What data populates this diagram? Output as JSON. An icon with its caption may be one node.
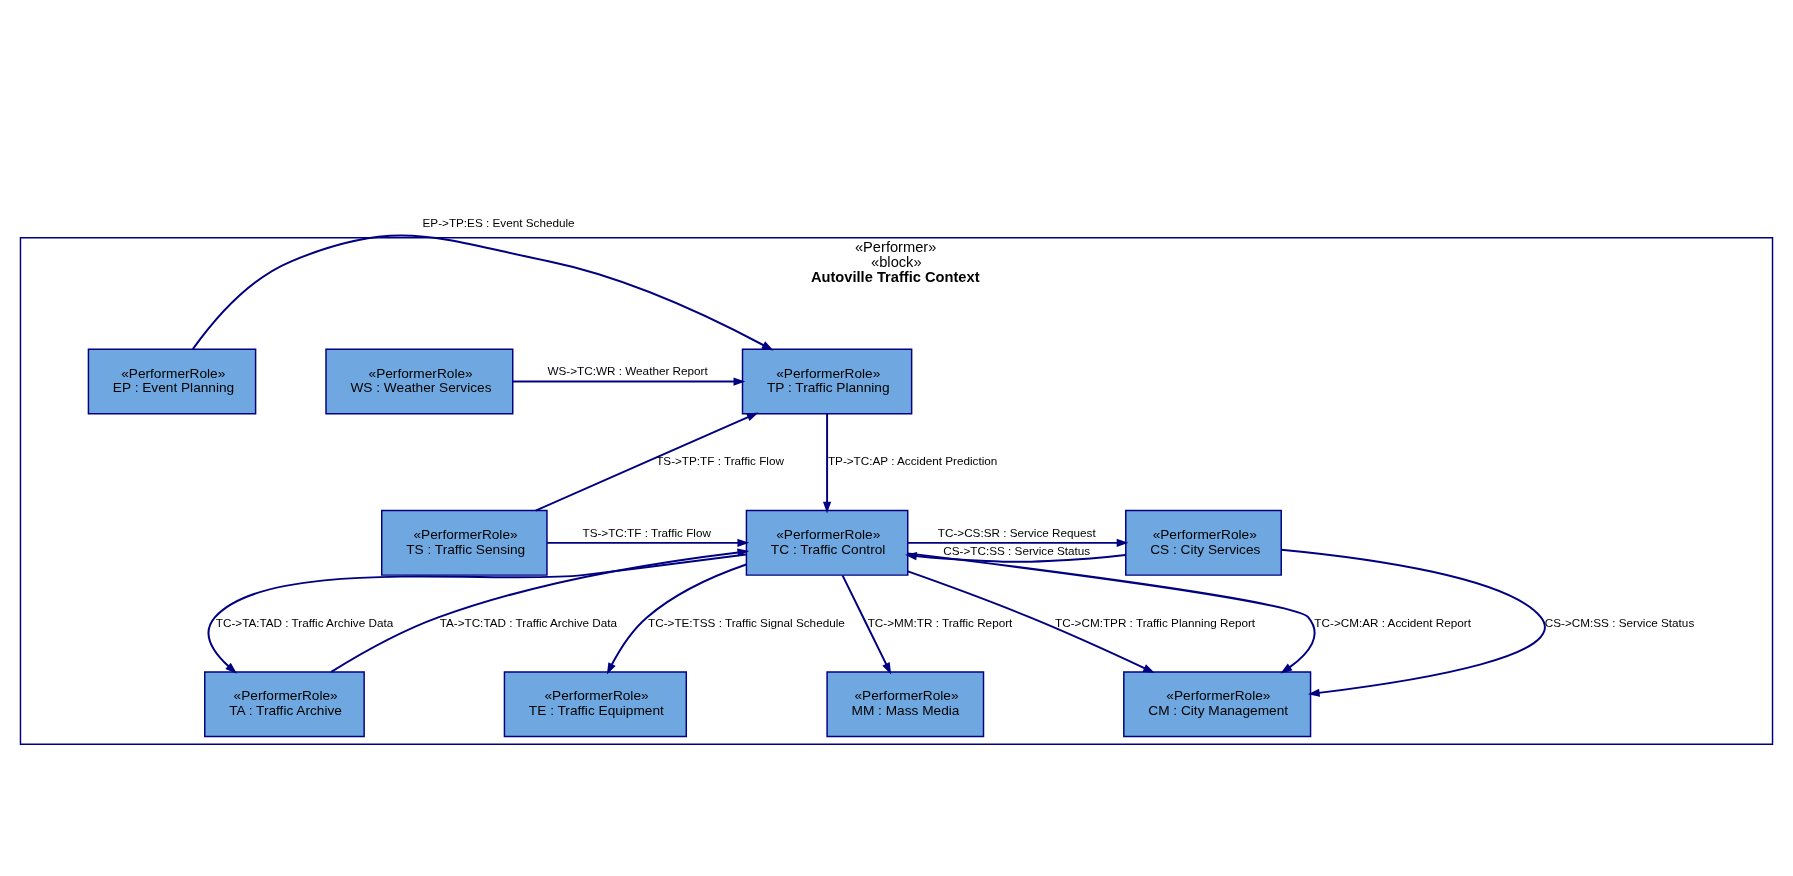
{
  "diagram": {
    "nodes": [
      {
        "text": [
          "«Performer»",
          "«block»",
          "Autoville Traffic Context"
        ]
      },
      {
        "text": [
          "«PerformerRole»",
          "WS : Weather Services"
        ],
        "in": 0
      },
      {
        "text": [
          "«PerformerRole»",
          "TP : Traffic Planning"
        ],
        "in": 0
      },
      {
        "text": [
          "«PerformerRole»",
          "EP : Event Planning"
        ],
        "in": 0
      },
      {
        "text": [
          "«PerformerRole»",
          "TS : Traffic Sensing"
        ],
        "in": 0
      },
      {
        "text": [
          "«PerformerRole»",
          "TC : Traffic Control"
        ],
        "in": 0
      },
      {
        "text": [
          "«PerformerRole»",
          "CS : City Services"
        ],
        "in": 0
      },
      {
        "text": [
          "«PerformerRole»",
          "TA : Traffic Archive"
        ],
        "in": 0
      },
      {
        "text": [
          "«PerformerRole»",
          "TE : Traffic Equipment"
        ],
        "in": 0
      },
      {
        "text": [
          "«PerformerRole»",
          "MM : Mass Media"
        ],
        "in": 0
      },
      {
        "text": [
          "«PerformerRole»",
          "CM : City Management"
        ],
        "in": 0
      }
    ],
    "edges": [
      {
        "from": 1,
        "to": 2,
        "arrow": "to",
        "label": "WS->TC:WR : Weather Report"
      },
      {
        "from": 3,
        "to": 2,
        "arrow": "to",
        "label": "EP->TP:ES : Event Schedule"
      },
      {
        "from": 4,
        "to": 2,
        "arrow": "to",
        "label": "TS->TP:TF : Traffic Flow"
      },
      {
        "from": 2,
        "to": 5,
        "arrow": "to",
        "label": "TP->TC:AP : Accident Prediction"
      },
      {
        "from": 4,
        "to": 5,
        "arrow": "to",
        "label": "TS->TC:TF : Traffic Flow"
      },
      {
        "from": 5,
        "to": 6,
        "arrow": "to",
        "label": "TC->CS:SR : Service Request"
      },
      {
        "from": 6,
        "to": 5,
        "arrow": "to",
        "label": "CS->TC:SS : Service Status"
      },
      {
        "from": 7,
        "to": 5,
        "arrow": "to",
        "label": "TA->TC:TAD : Traffic Archive Data"
      },
      {
        "from": 5,
        "to": 7,
        "arrow": "to",
        "label": "TC->TA:TAD : Traffic Archive Data"
      },
      {
        "from": 5,
        "to": 8,
        "arrow": "to",
        "label": "TC->TE:TSS : Traffic Signal Schedule"
      },
      {
        "from": 5,
        "to": 9,
        "arrow": "to",
        "label": "TC->MM:TR : Traffic Report"
      },
      {
        "from": 5,
        "to": 10,
        "arrow": "to",
        "label": "TC->CM:AR : Accident Report"
      },
      {
        "from": 5,
        "to": 10,
        "arrow": "to",
        "label": "TC->CM:TPR : Traffic Planning Report"
      },
      {
        "from": 6,
        "to": 10,
        "arrow": "to",
        "label": "CS->CM:SS : Service Status"
      }
    ]
  }
}
